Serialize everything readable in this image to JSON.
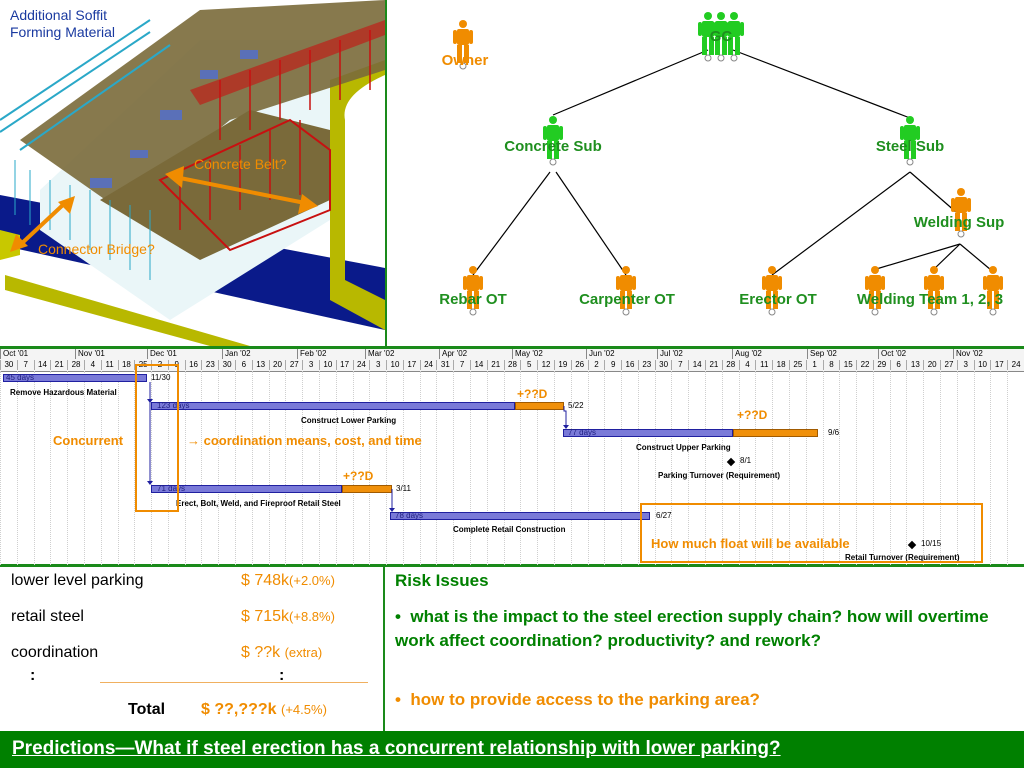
{
  "model": {
    "label_additional": "Additional Soffit\nForming Material",
    "label_concrete_belt": "Concrete Belt?",
    "label_connector_bridge": "Connector Bridge?"
  },
  "org": {
    "nodes": [
      {
        "key": "gc",
        "label": "GC"
      },
      {
        "key": "owner",
        "label": "Owner"
      },
      {
        "key": "concrete_sub",
        "label": "Concrete Sub"
      },
      {
        "key": "steel_sub",
        "label": "Steel Sub"
      },
      {
        "key": "welding_sup",
        "label": "Welding Sup"
      },
      {
        "key": "rebar_ot",
        "label": "Rebar OT"
      },
      {
        "key": "carpenter_ot",
        "label": "Carpenter OT"
      },
      {
        "key": "erector_ot",
        "label": "Erector OT"
      },
      {
        "key": "welding_team",
        "label": "Welding Team 1, 2, 3"
      }
    ]
  },
  "gantt": {
    "months": [
      "Oct '01",
      "Nov '01",
      "Dec '01",
      "Jan '02",
      "Feb '02",
      "Mar '02",
      "Apr '02",
      "May '02",
      "Jun '02",
      "Jul '02",
      "Aug '02",
      "Sep '02",
      "Oct '02",
      "Nov '02"
    ],
    "days": [
      "30",
      "7",
      "14",
      "21",
      "28",
      "4",
      "11",
      "18",
      "25",
      "2",
      "9",
      "16",
      "23",
      "30",
      "6",
      "13",
      "20",
      "27",
      "3",
      "10",
      "17",
      "24",
      "3",
      "10",
      "17",
      "24",
      "31",
      "7",
      "14",
      "21",
      "28",
      "5",
      "12",
      "19",
      "26",
      "2",
      "9",
      "16",
      "23",
      "30",
      "7",
      "14",
      "21",
      "28",
      "4",
      "11",
      "18",
      "25",
      "1",
      "8",
      "15",
      "22",
      "29",
      "6",
      "13",
      "20",
      "27",
      "3",
      "10",
      "17",
      "24"
    ],
    "tasks": {
      "remove": {
        "duration": "45 days",
        "name": "Remove Hazardous Material",
        "end": "11/30"
      },
      "lower": {
        "duration": "123 days",
        "name": "Construct Lower Parking",
        "end": "5/22"
      },
      "upper": {
        "duration": "77 days",
        "name": "Construct Upper Parking",
        "end": "9/6"
      },
      "parking_turnover": {
        "name": "Parking Turnover (Requirement)",
        "date": "8/1"
      },
      "steel": {
        "duration": "71 days",
        "name": "Erect, Bolt, Weld, and Fireproof Retail Steel",
        "end": "3/11"
      },
      "retail": {
        "duration": "78 days",
        "name": "Complete Retail Construction",
        "end": "6/27"
      },
      "retail_turnover": {
        "name": "Retail Turnover (Requirement)",
        "date": "10/15"
      }
    },
    "plus_lower": "+??D",
    "plus_upper": "+??D",
    "plus_steel": "+??D",
    "concurrent": "Concurrent",
    "coordination_note": "→ coordination means, cost, and time",
    "float_note": "How much float will be available"
  },
  "costs": {
    "rows": [
      {
        "label": "lower level parking",
        "value": "$ 748k",
        "pct": "(+2.0%)"
      },
      {
        "label": "retail steel",
        "value": "$ 715k",
        "pct": "(+8.8%)"
      },
      {
        "label": "coordination",
        "value": "$ ??k",
        "pct": "(extra)"
      }
    ],
    "ellipsis_left": ":",
    "ellipsis_right": ":",
    "total_label": "Total",
    "total_value": "$ ??,???k",
    "total_pct": "(+4.5%)"
  },
  "risk": {
    "title": "Risk Issues",
    "items": [
      "what is the impact to the steel erection supply chain?  how will overtime work affect coordination? productivity? and rework?",
      "how to provide access to the parking area?"
    ]
  },
  "footer": "Predictions—What if steel erection has a concurrent relationship with lower parking?",
  "colors": {
    "green": "#008000",
    "orange": "#f08c00",
    "bar": "#7a7ad8"
  }
}
